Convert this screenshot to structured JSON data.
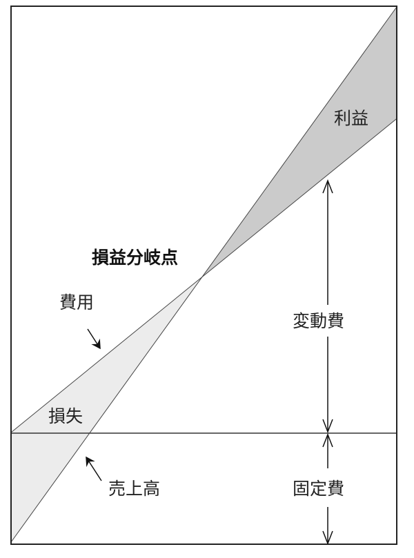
{
  "labels": {
    "profit": "利益",
    "break_even_point": "損益分岐点",
    "cost": "費用",
    "loss": "損失",
    "sales": "売上高",
    "variable_cost": "変動費",
    "fixed_cost": "固定費"
  },
  "colors": {
    "profit_fill": "#cbcbcb",
    "loss_fill": "#ececec",
    "line": "#333333"
  }
}
